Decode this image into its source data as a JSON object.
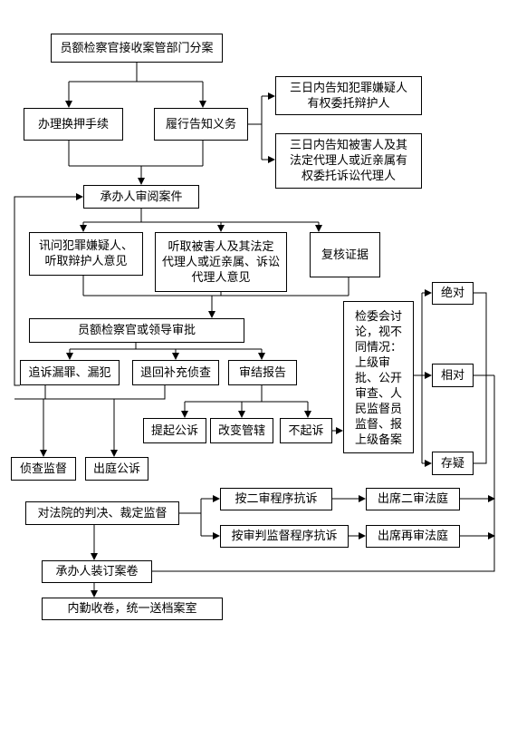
{
  "nodes": {
    "n_assign": "员额检察官接收案管部门分案",
    "n_custody": "办理换押手续",
    "n_notify": "履行告知义务",
    "n_notify_suspect": "三日内告知犯罪嫌疑人\n有权委托辩护人",
    "n_notify_victim": "三日内告知被害人及其\n法定代理人或近亲属有\n权委托诉讼代理人",
    "n_review": "承办人审阅案件",
    "n_interrogate": "讯问犯罪嫌疑人、\n听取辩护人意见",
    "n_hear_victim": "听取被害人及其法定\n代理人或近亲属、诉讼\n代理人意见",
    "n_verify": "复核证据",
    "n_approval": "员额检察官或领导审批",
    "n_pursue": "追诉漏罪、漏犯",
    "n_return": "退回补充侦查",
    "n_report": "审结报告",
    "n_prosecute": "提起公诉",
    "n_jurisdiction": "改变管辖",
    "n_noprosecute": "不起诉",
    "n_committee": "检委会讨\n论，视不\n同情况：\n上级审\n批、公开\n审查、人\n民监督员\n监督、报\n上级备案",
    "n_absolute": "绝对",
    "n_relative": "相对",
    "n_doubt": "存疑",
    "n_inv_supervision": "侦查监督",
    "n_court_appear": "出庭公诉",
    "n_judgment_supervision": "对法院的判决、裁定监督",
    "n_second_protest": "按二审程序抗诉",
    "n_second_court": "出席二审法庭",
    "n_retrial_protest": "按审判监督程序抗诉",
    "n_retrial_court": "出席再审法庭",
    "n_bind": "承办人装订案卷",
    "n_archive": "内勤收卷，统一送档案室"
  }
}
